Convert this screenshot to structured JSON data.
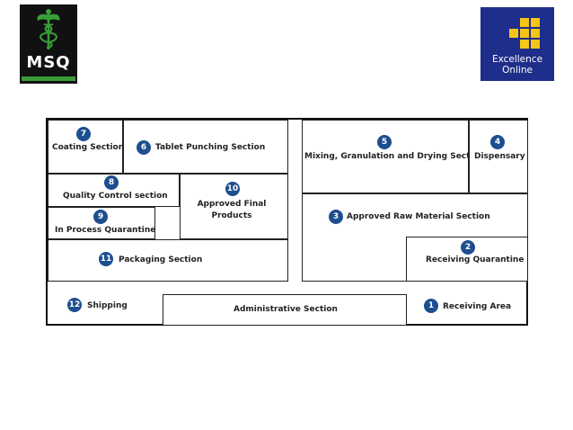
{
  "logos": {
    "left": {
      "text": "MSQ",
      "emblem": "caduceus-icon"
    },
    "right": {
      "line1": "Excellence",
      "line2": "Online",
      "emblem": "yellow-squares-icon"
    }
  },
  "colors": {
    "badge": "#1d4e8e",
    "msq_green": "#3a9d3a",
    "eo_blue": "#1f2e8a",
    "eo_yellow": "#f5c518"
  },
  "rooms": {
    "receiving_area": {
      "num": "1",
      "label": "Receiving Area"
    },
    "receiving_quarantine": {
      "num": "2",
      "label": "Receiving Quarantine"
    },
    "approved_raw_material": {
      "num": "3",
      "label": "Approved Raw Material Section"
    },
    "dispensary": {
      "num": "4",
      "label": "Dispensary"
    },
    "mixing": {
      "num": "5",
      "label": "Mixing, Granulation and Drying Section"
    },
    "tablet_punching": {
      "num": "6",
      "label": "Tablet Punching Section"
    },
    "coating": {
      "num": "7",
      "label": "Coating Section"
    },
    "quality_control": {
      "num": "8",
      "label": "Quality Control section"
    },
    "in_process_quarantine": {
      "num": "9",
      "label": "In Process Quarantine"
    },
    "approved_final": {
      "num": "10",
      "label_line1": "Approved Final",
      "label_line2": "Products"
    },
    "packaging": {
      "num": "11",
      "label": "Packaging Section"
    },
    "shipping": {
      "num": "12",
      "label": "Shipping"
    },
    "administrative": {
      "label": "Administrative Section"
    }
  }
}
